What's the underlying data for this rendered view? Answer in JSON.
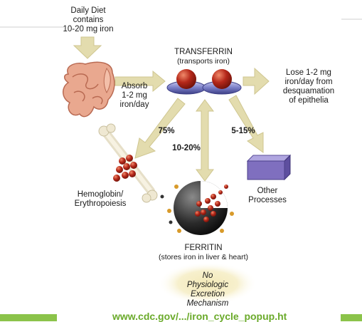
{
  "diagram": {
    "diet": {
      "lines": [
        "Daily Diet",
        "contains",
        "10-20 mg iron"
      ]
    },
    "absorb": {
      "lines": [
        "Absorb",
        "1-2 mg",
        "iron/day"
      ]
    },
    "transferrin": {
      "title": "TRANSFERRIN",
      "subtitle": "(transports iron)"
    },
    "lose": {
      "lines": [
        "Lose 1-2 mg",
        "iron/day from",
        "desquamation",
        "of epithelia"
      ]
    },
    "pct_hemoglobin": "75%",
    "pct_ferritin": "10-20%",
    "pct_other": "5-15%",
    "hemoglobin": {
      "lines": [
        "Hemoglobin/",
        "Erythropoiesis"
      ]
    },
    "other": {
      "lines": [
        "Other",
        "Processes"
      ]
    },
    "ferritin": {
      "title": "FERRITIN",
      "subtitle": "(stores iron in liver & heart)"
    },
    "excretion": {
      "lines": [
        "No",
        "Physiologic",
        "Excretion",
        "Mechanism"
      ]
    }
  },
  "footer": {
    "source_link": "www.cdc.gov/.../iron_cycle_popup.ht"
  },
  "colors": {
    "arrow": "#e3dcae",
    "arrow_stroke": "#cfc690",
    "intestine": "#e9a88f",
    "iron_sphere": "#b5281a",
    "disc": "#7b7fc8",
    "box": "#7f6fbf",
    "ferritin_shell": "#2b2b2b",
    "accent_green": "#8bc34a",
    "link_green": "#6aaa2a"
  }
}
